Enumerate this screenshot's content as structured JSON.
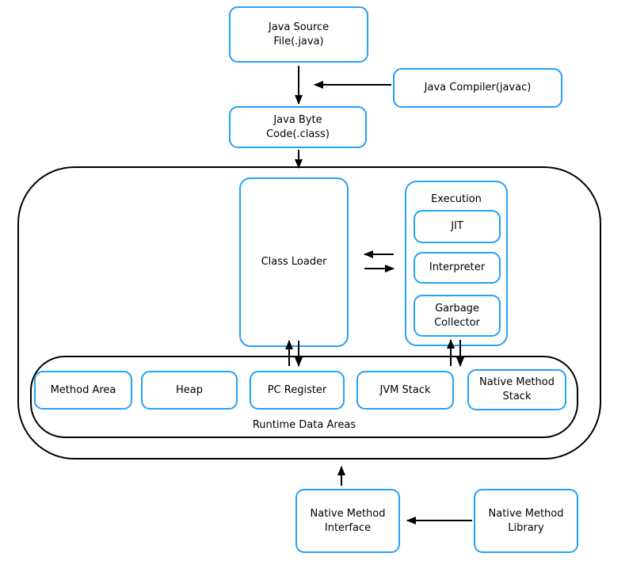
{
  "colors": {
    "accent_blue": "#25A2F5",
    "line_black": "#000000",
    "background": "#FFFFFF"
  },
  "nodes": {
    "java_source_file": "Java Source\nFile(.java)",
    "java_compiler": "Java Compiler(javac)",
    "java_byte_code": "Java Byte\nCode(.class)",
    "class_loader": "Class Loader",
    "execution_engine": "Execution",
    "jit": "JIT",
    "interpreter": "Interpreter",
    "garbage_collector": "Garbage\nCollector",
    "method_area": "Method Area",
    "heap": "Heap",
    "pc_register": "PC Register",
    "jvm_stack": "JVM Stack",
    "native_method_stack": "Native Method\nStack",
    "runtime_data_areas": "Runtime Data Areas",
    "native_method_interface": "Native Method\nInterface",
    "native_method_library": "Native Method\nLibrary"
  },
  "edges": [
    {
      "from": "java-source-file",
      "to": "java-byte-code",
      "direction": "down"
    },
    {
      "from": "java-compiler",
      "to": "source-to-bytecode-arrow",
      "direction": "left"
    },
    {
      "from": "java-byte-code",
      "to": "jvm-container",
      "direction": "down"
    },
    {
      "from": "execution-engine",
      "to": "class-loader",
      "direction": "left"
    },
    {
      "from": "class-loader",
      "to": "execution-engine",
      "direction": "right"
    },
    {
      "from": "runtime-data-areas",
      "to": "class-loader",
      "direction": "up"
    },
    {
      "from": "class-loader",
      "to": "runtime-data-areas",
      "direction": "down"
    },
    {
      "from": "runtime-data-areas",
      "to": "execution-engine",
      "direction": "up"
    },
    {
      "from": "execution-engine",
      "to": "runtime-data-areas",
      "direction": "down"
    },
    {
      "from": "native-method-interface",
      "to": "jvm-container",
      "direction": "up"
    },
    {
      "from": "native-method-library",
      "to": "native-method-interface",
      "direction": "left"
    }
  ]
}
